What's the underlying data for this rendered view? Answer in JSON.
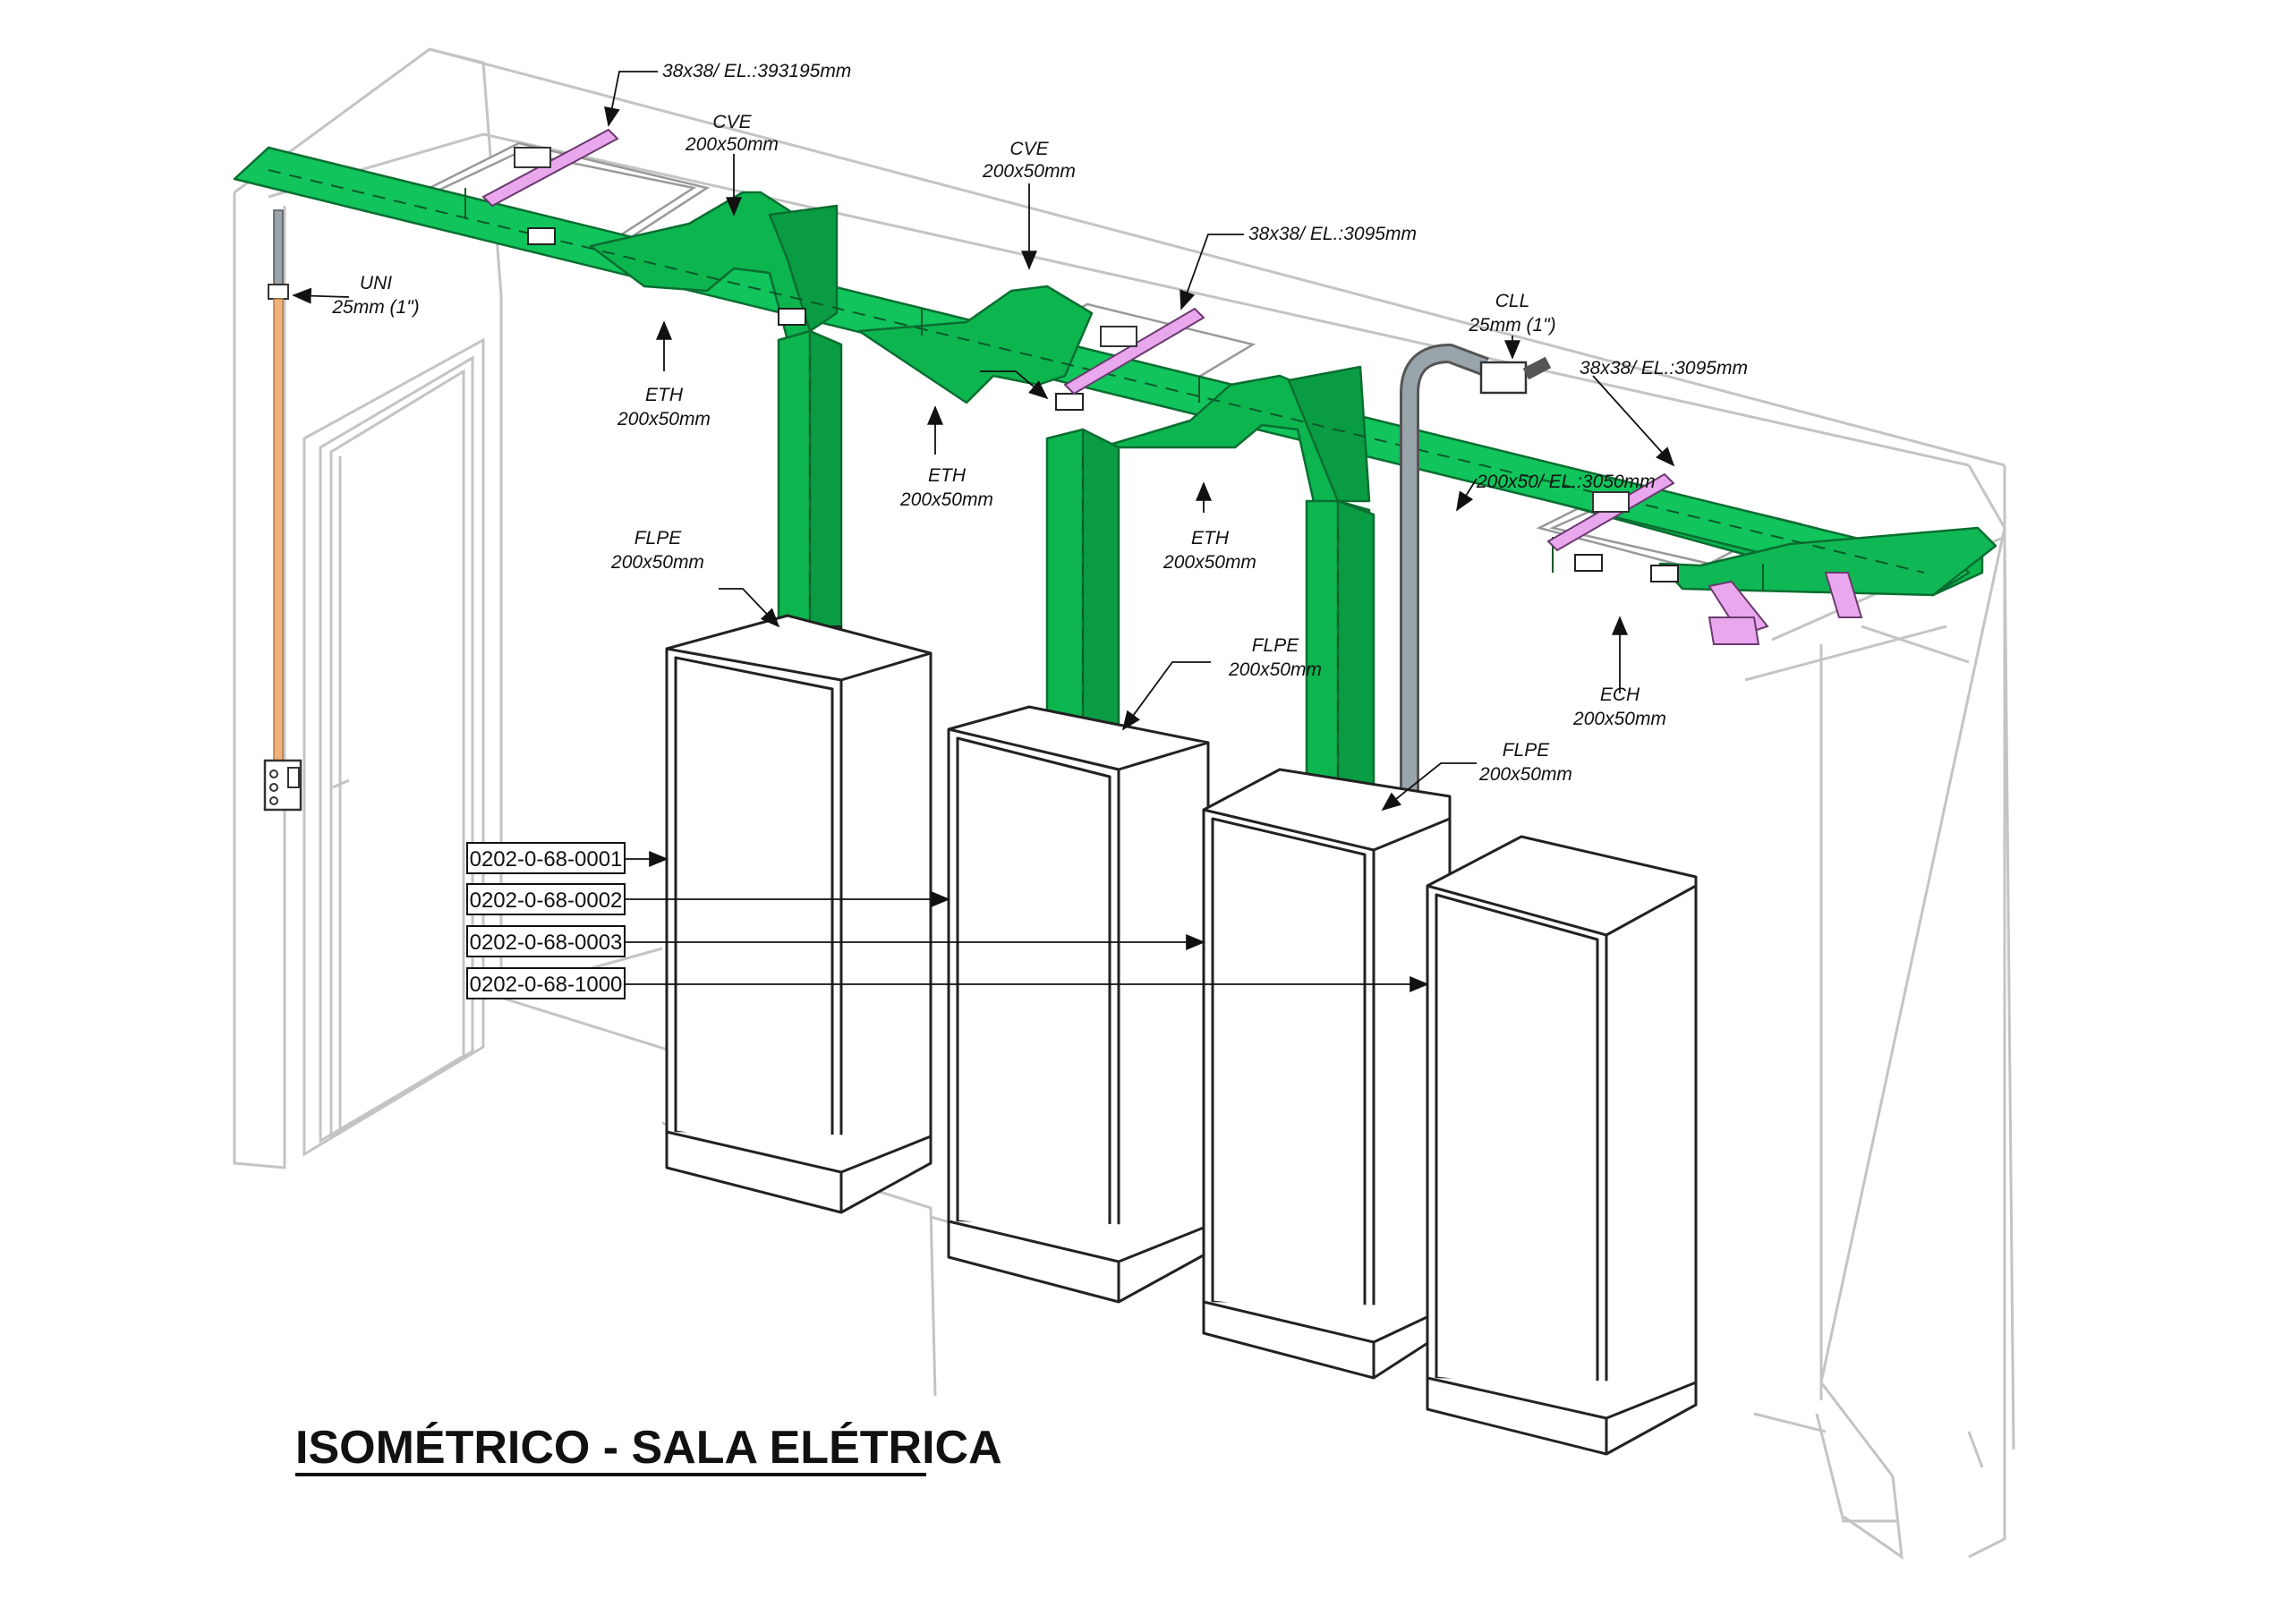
{
  "title": "ISOMÉTRICO - SALA ELÉTRICA",
  "colors": {
    "tray": "#0db54f",
    "tray_edge": "#0a6e31",
    "support": "#e9a7ee",
    "conduit_orange": "#f0b27a",
    "conduit_gray": "#9aa5ab",
    "room_lines": "#c4c4c4"
  },
  "labels": {
    "support_1": "38x38/ EL.:393195mm",
    "support_2": "38x38/ EL.:3095mm",
    "support_3": "38x38/ EL.:3095mm",
    "tray_1": "200x50/ EL.:3050mm",
    "cve_1_name": "CVE",
    "cve_1_size": "200x50mm",
    "cve_2_name": "CVE",
    "cve_2_size": "200x50mm",
    "uni_name": "UNI",
    "uni_size": "25mm (1\")",
    "cll_name": "CLL",
    "cll_size": "25mm (1\")",
    "eth_1_name": "ETH",
    "eth_1_size": "200x50mm",
    "eth_2_name": "ETH",
    "eth_2_size": "200x50mm",
    "eth_3_name": "ETH",
    "eth_3_size": "200x50mm",
    "flpe_1_name": "FLPE",
    "flpe_1_size": "200x50mm",
    "flpe_2_name": "FLPE",
    "flpe_2_size": "200x50mm",
    "flpe_3_name": "FLPE",
    "flpe_3_size": "200x50mm",
    "ech_name": "ECH",
    "ech_size": "200x50mm"
  },
  "equipment_tags": [
    "0202-0-68-0001",
    "0202-0-68-0002",
    "0202-0-68-0003",
    "0202-0-68-1000"
  ]
}
